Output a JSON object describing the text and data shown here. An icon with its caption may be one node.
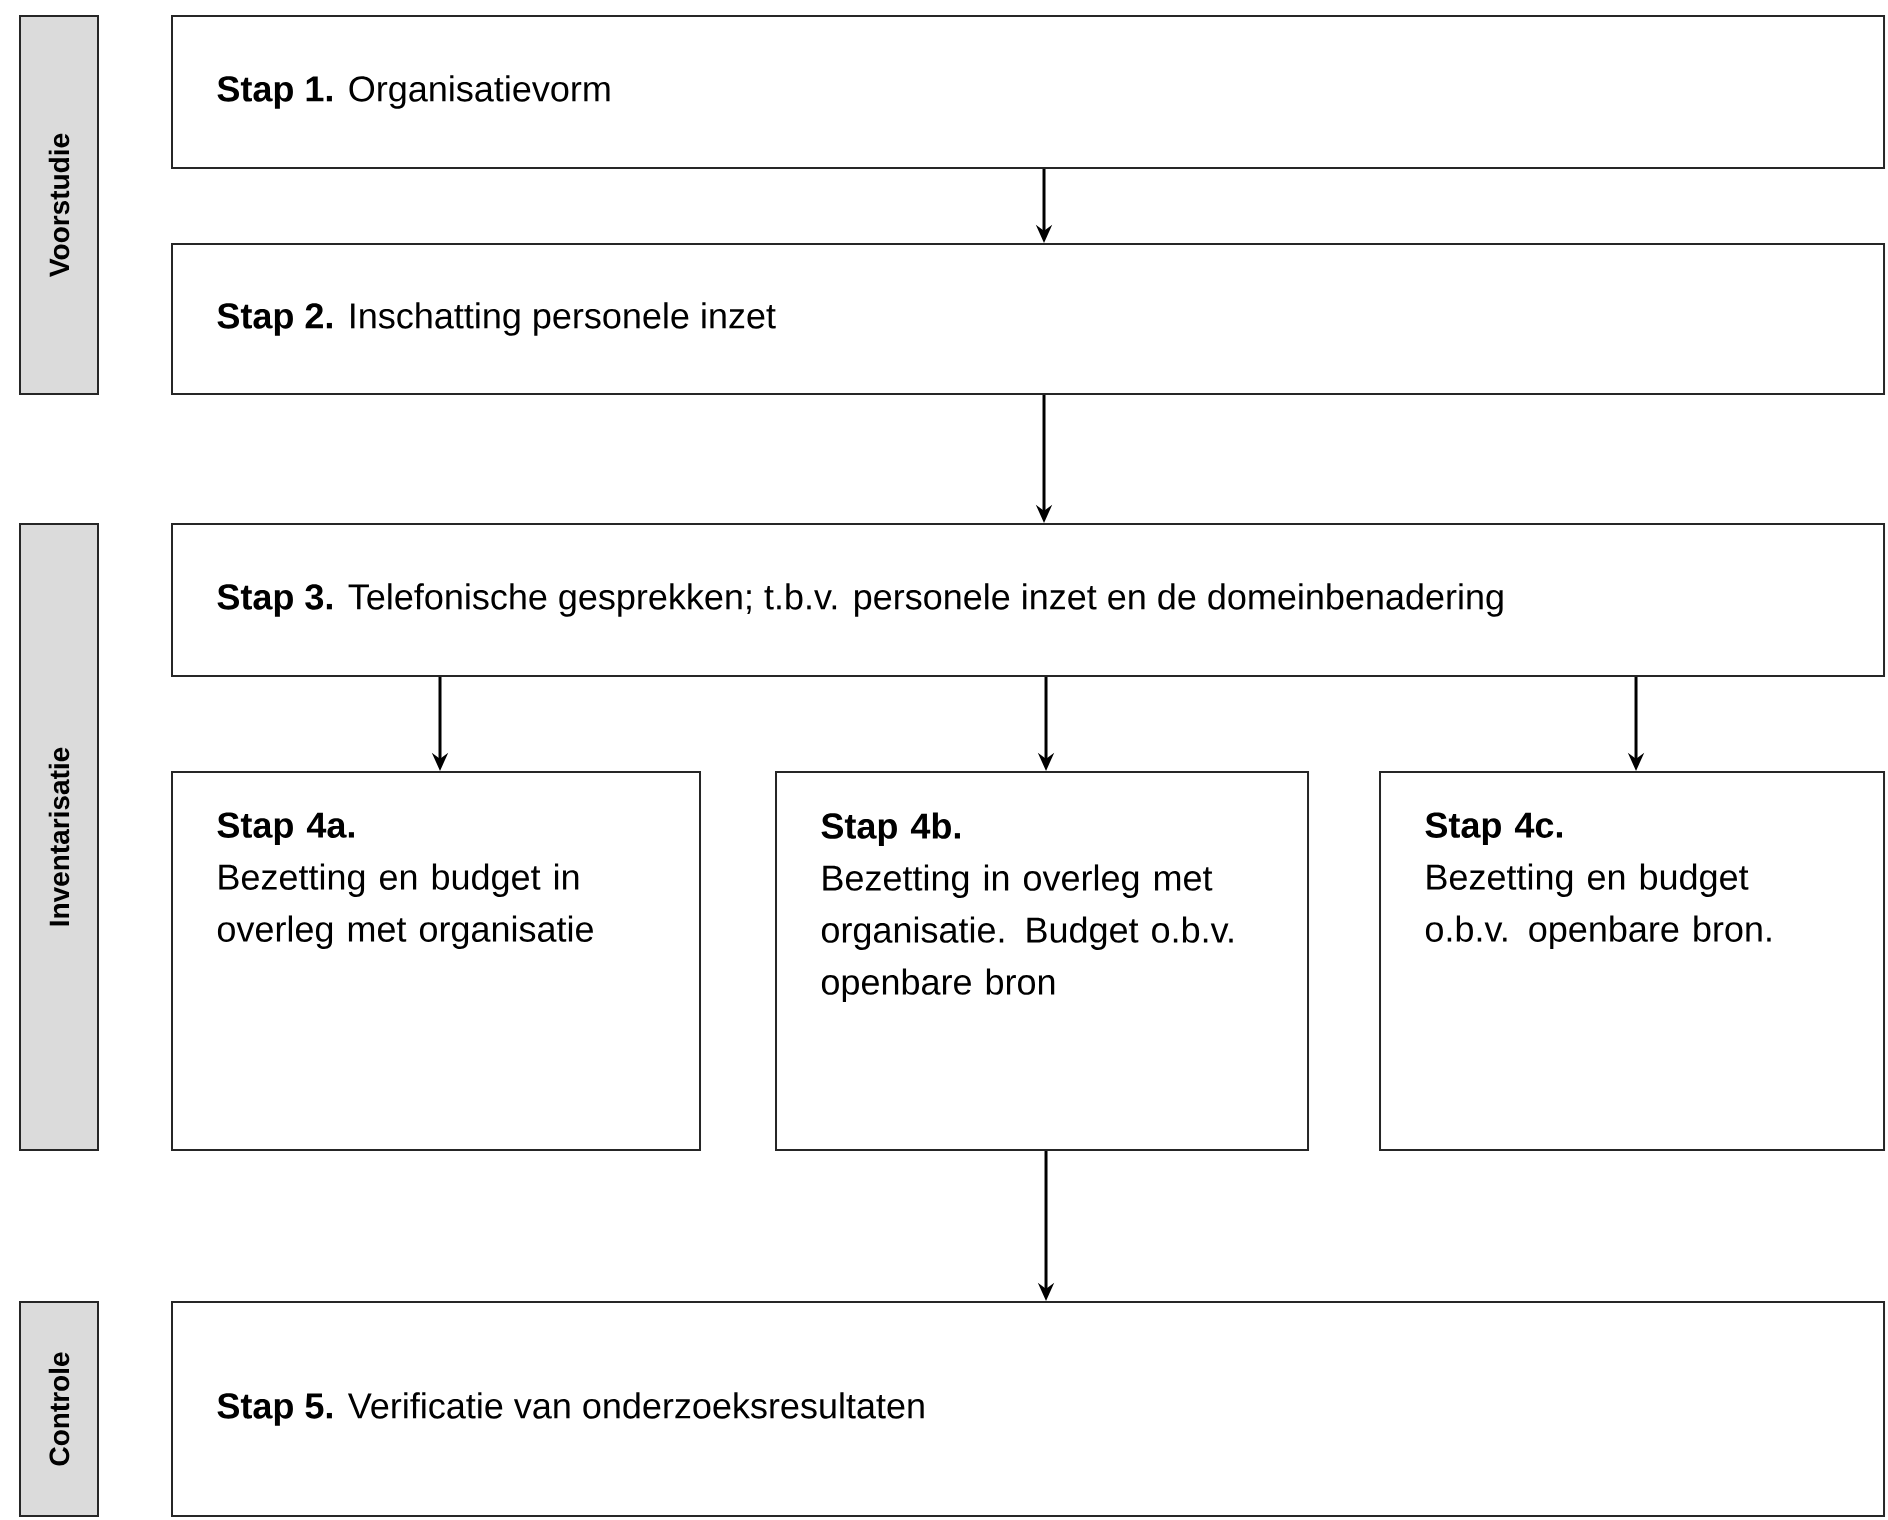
{
  "diagram": {
    "nodes": [
      {
        "text": [
          "Voorstudie"
        ]
      },
      {
        "text": [
          "**Stap 1.** Organisatievorm"
        ]
      },
      {
        "text": [
          "**Stap 2.** Inschatting personele inzet"
        ]
      },
      {
        "text": [
          "Inventarisatie"
        ]
      },
      {
        "text": [
          "**Stap 3.** Telefonische gesprekken; t.b.v. personele inzet en de domeinbenadering"
        ]
      },
      {
        "text": [
          "Stap 4a.",
          "Bezetting en budget in overleg met organisatie"
        ]
      },
      {
        "text": [
          "Stap 4b.",
          "Bezetting in overleg met organisatie. Budget o.b.v. openbare bron"
        ]
      },
      {
        "text": [
          "Stap 4c.",
          "Bezetting en budget o.b.v. openbare bron."
        ]
      },
      {
        "text": [
          "Controle"
        ]
      },
      {
        "text": [
          "**Stap 5.** Verificatie van onderzoeksresultaten"
        ]
      }
    ],
    "edges": [
      {
        "from": 1,
        "to": 2,
        "arrow": "to"
      },
      {
        "from": 2,
        "to": 4,
        "arrow": "to"
      },
      {
        "from": 4,
        "to": 5,
        "arrow": "to"
      },
      {
        "from": 4,
        "to": 6,
        "arrow": "to"
      },
      {
        "from": 4,
        "to": 7,
        "arrow": "to"
      },
      {
        "from": 6,
        "to": 9,
        "arrow": "to"
      }
    ]
  }
}
